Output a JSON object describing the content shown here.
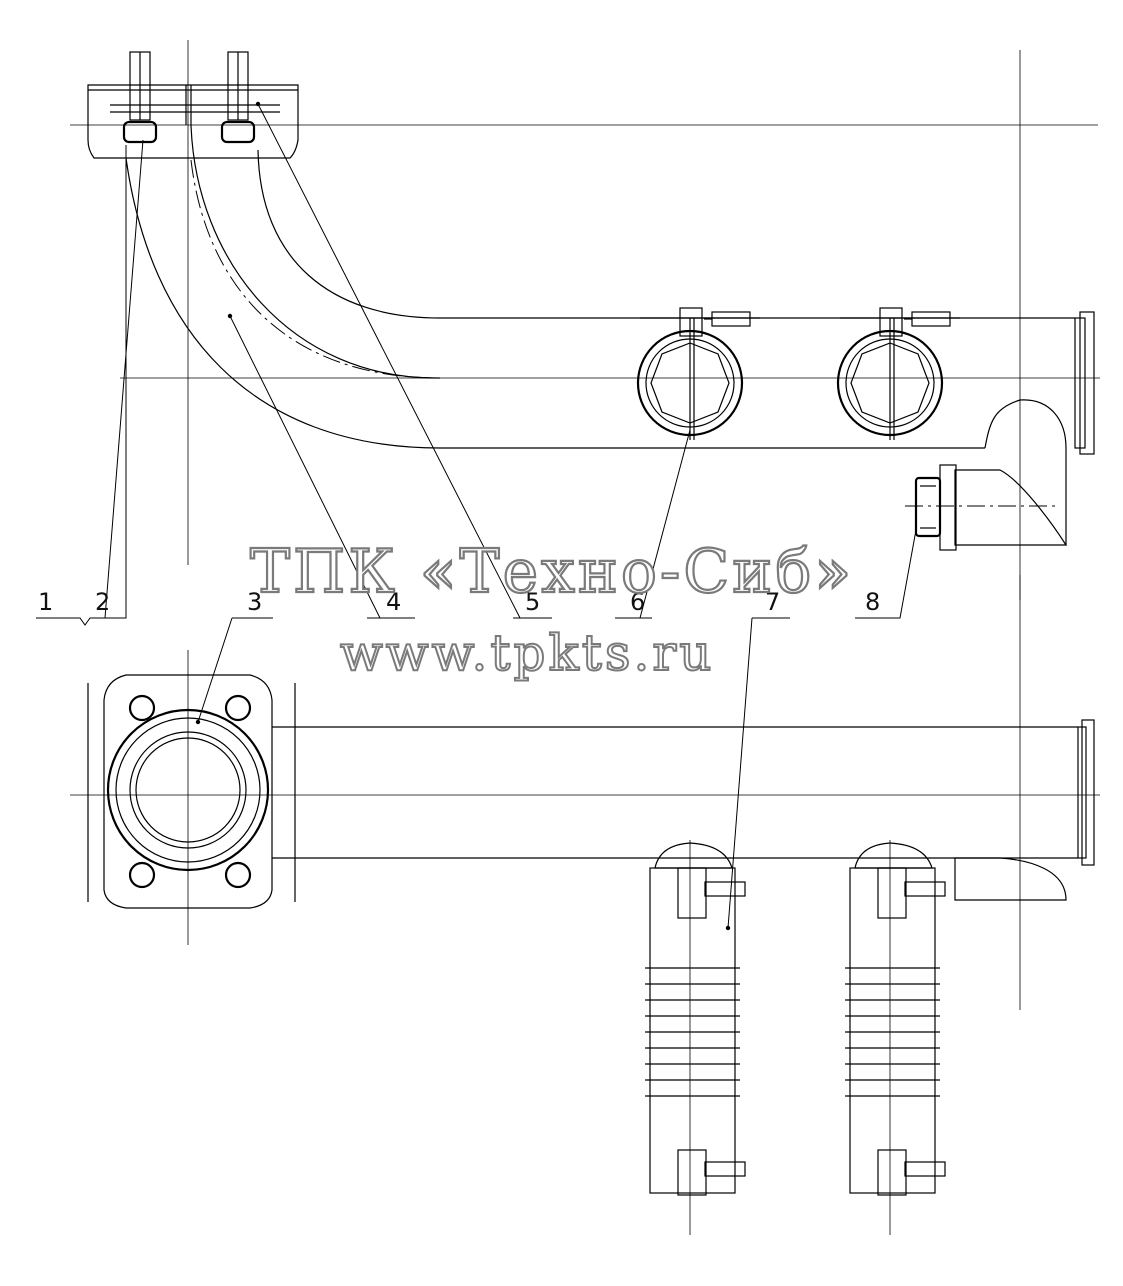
{
  "watermark": {
    "company": "ТПК «Техно-Сиб»",
    "url": "www.tpkts.ru"
  },
  "callouts": [
    "1",
    "2",
    "3",
    "4",
    "5",
    "6",
    "7",
    "8"
  ]
}
